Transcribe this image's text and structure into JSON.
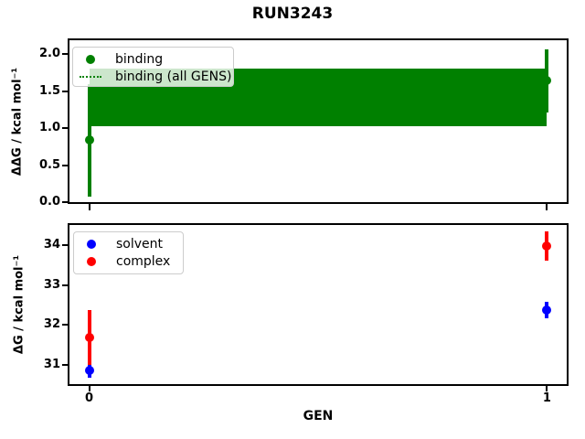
{
  "title": "RUN3243",
  "colors": {
    "green": "#008000",
    "blue": "#0000ff",
    "red": "#ff0000",
    "axis": "#000000",
    "legend_border": "#cccccc"
  },
  "chart_data": [
    {
      "type": "scatter",
      "ylabel": "ΔΔG / kcal mol⁻¹",
      "xlabel": "",
      "xlim": [
        -0.045,
        1.045
      ],
      "ylim": [
        -0.02,
        2.2
      ],
      "xticks": [
        0,
        1
      ],
      "xtick_labels": [
        "0",
        "1"
      ],
      "show_xtick_labels": false,
      "yticks": [
        0.0,
        0.5,
        1.0,
        1.5,
        2.0
      ],
      "ytick_labels": [
        "0.0",
        "0.5",
        "1.0",
        "1.5",
        "2.0"
      ],
      "grid": false,
      "legend_position": "upper left",
      "series": [
        {
          "name": "binding",
          "type": "errorbar-scatter",
          "marker": "circle",
          "color": "#008000",
          "x": [
            0,
            1
          ],
          "y": [
            0.84,
            1.64
          ],
          "yerr": [
            0.76,
            0.43
          ]
        },
        {
          "name": "binding (all GENS)",
          "type": "band",
          "legend_marker": "dotted-line",
          "color": "#008000",
          "value": 1.42,
          "band_low": 1.03,
          "band_high": 1.8,
          "x_range": [
            0,
            1
          ]
        }
      ]
    },
    {
      "type": "scatter",
      "ylabel": "ΔG / kcal mol⁻¹",
      "xlabel": "GEN",
      "xlim": [
        -0.045,
        1.045
      ],
      "ylim": [
        30.49,
        34.54
      ],
      "xticks": [
        0,
        1
      ],
      "xtick_labels": [
        "0",
        "1"
      ],
      "show_xtick_labels": true,
      "yticks": [
        31,
        32,
        33,
        34
      ],
      "ytick_labels": [
        "31",
        "32",
        "33",
        "34"
      ],
      "grid": false,
      "legend_position": "upper left",
      "series": [
        {
          "name": "solvent",
          "type": "errorbar-scatter",
          "marker": "circle",
          "color": "#0000ff",
          "x": [
            0,
            1
          ],
          "y": [
            30.85,
            32.38
          ],
          "yerr": [
            0.18,
            0.21
          ]
        },
        {
          "name": "complex",
          "type": "errorbar-scatter",
          "marker": "circle",
          "color": "#ff0000",
          "x": [
            0,
            1
          ],
          "y": [
            31.69,
            33.98
          ],
          "yerr": [
            0.69,
            0.37
          ]
        }
      ]
    }
  ]
}
